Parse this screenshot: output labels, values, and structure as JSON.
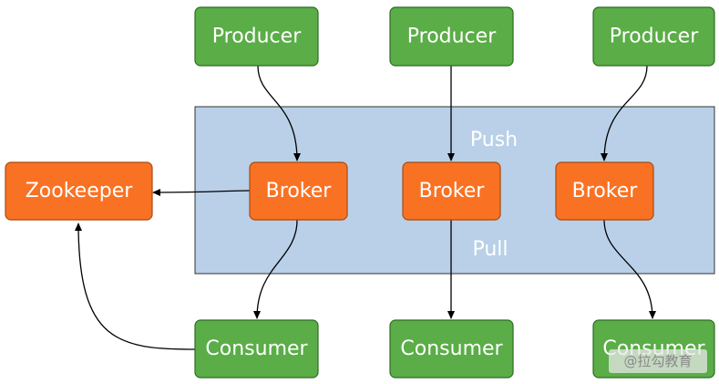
{
  "colors": {
    "producer_fill": "#5aad47",
    "producer_stroke": "#2e6b23",
    "broker_fill": "#f97223",
    "broker_stroke": "#a84a10",
    "consumer_fill": "#5aad47",
    "consumer_stroke": "#2e6b23",
    "cluster_fill": "#b9d0e8",
    "cluster_stroke": "#333333",
    "edge": "#000000"
  },
  "producers": [
    {
      "label": "Producer"
    },
    {
      "label": "Producer"
    },
    {
      "label": "Producer"
    }
  ],
  "brokers": [
    {
      "label": "Broker"
    },
    {
      "label": "Broker"
    },
    {
      "label": "Broker"
    }
  ],
  "consumers": [
    {
      "label": "Consumer"
    },
    {
      "label": "Consumer"
    },
    {
      "label": "Consumer"
    }
  ],
  "zookeeper": {
    "label": "Zookeeper"
  },
  "cluster": {
    "push_label": "Push",
    "pull_label": "Pull"
  },
  "watermark": {
    "label": "@拉勾教育"
  }
}
